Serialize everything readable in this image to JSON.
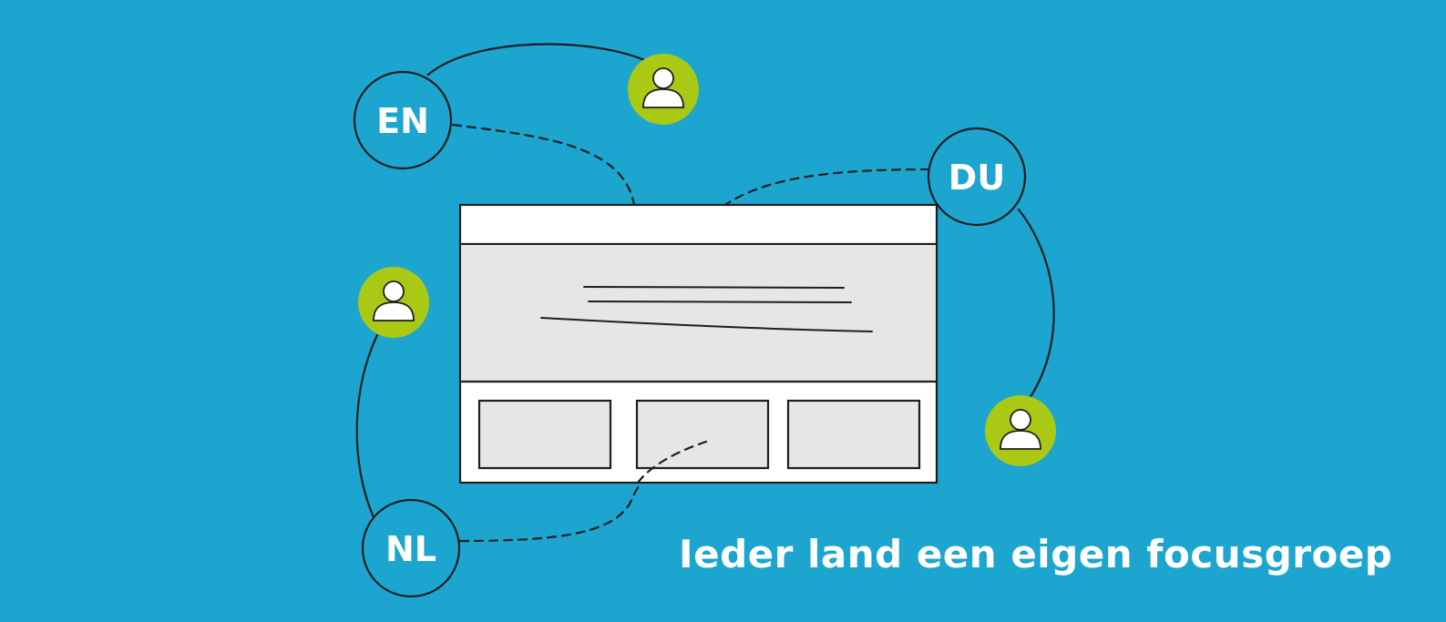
{
  "colors": {
    "background": "#1ba5cf",
    "user_badge": "#a9c914",
    "screen_fill": "#ffffff",
    "content_fill": "#e6e6e6",
    "stroke": "#1e1e1e"
  },
  "languages": {
    "en": "EN",
    "du": "DU",
    "nl": "NL"
  },
  "icons": {
    "user": "user-icon"
  },
  "caption": "Ieder land een eigen focusgroep"
}
